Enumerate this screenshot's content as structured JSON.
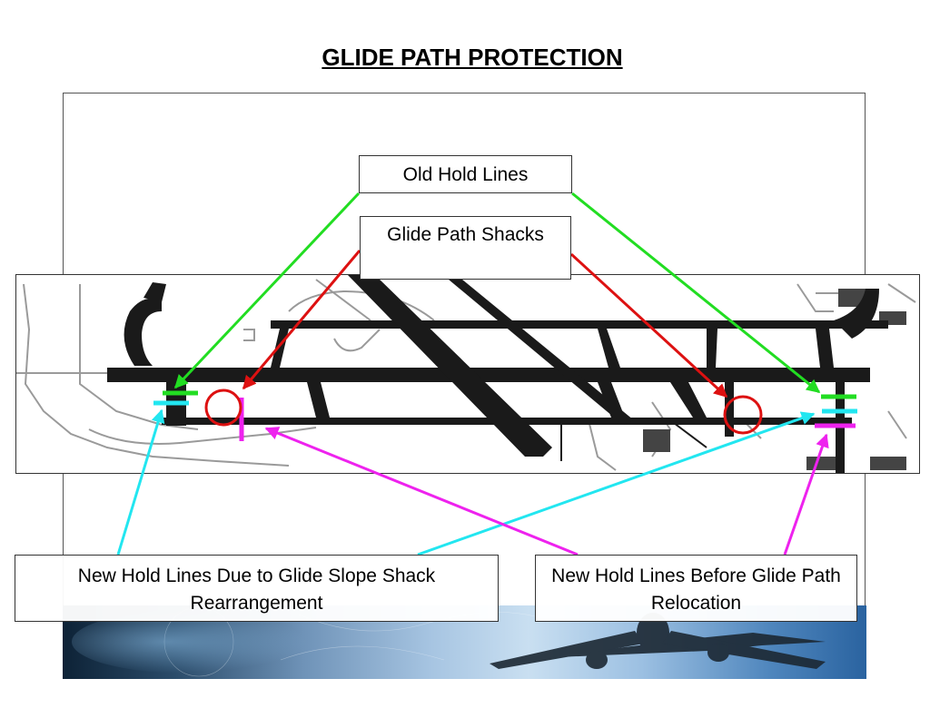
{
  "title": "GLIDE PATH PROTECTION",
  "labels": {
    "old_hold_lines": "Old Hold Lines",
    "glide_path_shacks": "Glide Path Shacks",
    "new_hold_lines_rearrangement": "New Hold Lines Due to Glide Slope Shack Rearrangement",
    "new_hold_lines_before_relocation": "New Hold Lines Before Glide Path Relocation"
  },
  "colors": {
    "old_hold_line": "#22dd22",
    "shack_marker": "#dd1111",
    "new_hold_line_cyan": "#22e6f0",
    "new_hold_line_magenta": "#ee22ee",
    "pavement": "#1a1a1a",
    "outline": "#999999"
  }
}
